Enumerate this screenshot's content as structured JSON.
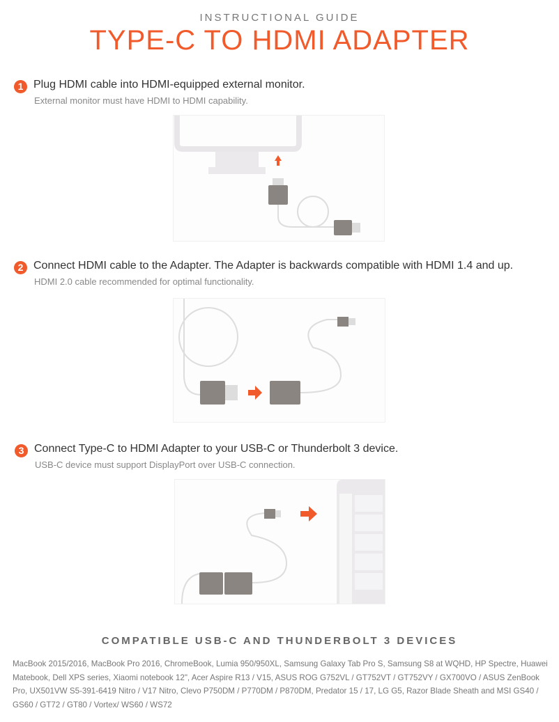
{
  "header": {
    "kicker": "INSTRUCTIONAL GUIDE",
    "title": "TYPE-C TO HDMI ADAPTER"
  },
  "colors": {
    "accent": "#f15a2b",
    "device": "#8a8580"
  },
  "steps": [
    {
      "number": "1",
      "text": "Plug HDMI cable into HDMI-equipped external monitor.",
      "note": "External monitor must have HDMI to HDMI capability."
    },
    {
      "number": "2",
      "text": "Connect HDMI cable to the Adapter. The Adapter is backwards compatible with HDMI 1.4 and up.",
      "note": "HDMI 2.0 cable recommended for optimal functionality."
    },
    {
      "number": "3",
      "text": "Connect Type-C to HDMI Adapter to your USB-C or Thunderbolt 3 device.",
      "note": "USB-C device must support DisplayPort over USB-C connection."
    }
  ],
  "compatible": {
    "heading": "COMPATIBLE USB-C AND THUNDERBOLT 3 DEVICES",
    "list": "MacBook 2015/2016, MacBook Pro 2016, ChromeBook, Lumia 950/950XL, Samsung Galaxy Tab Pro S, Samsung S8 at WQHD, HP Spectre, Huawei Matebook, Dell XPS series, Xiaomi notebook 12\", Acer Aspire R13 / V15, ASUS ROG G752VL / GT752VT / GT752VY / GX700VO / ASUS ZenBook Pro, UX501VW S5-391-6419 Nitro / V17 Nitro, Clevo P750DM / P770DM / P870DM, Predator 15 / 17, LG G5, Razor Blade Sheath and MSI GS40 / GS60 / GT72 / GT80 / Vortex/ WS60 / WS72"
  }
}
